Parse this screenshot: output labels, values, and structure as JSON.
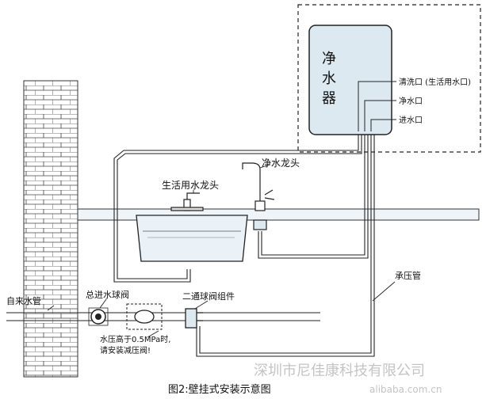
{
  "purifier": {
    "title_chars": [
      "净",
      "水",
      "器"
    ]
  },
  "ports": {
    "flush": "清洗口 (生活用水口)",
    "pure": "净水口",
    "inlet": "进水口"
  },
  "labels": {
    "pure_faucet": "净水龙头",
    "life_faucet": "生活用水龙头",
    "tap_pipe": "自来水管",
    "main_valve": "总进水球阀",
    "tee_valve": "二通球阀组件",
    "pressure_pipe": "承压管",
    "pressure_note_1": "水压高于0.5MPa时,",
    "pressure_note_2": "请安装减压阀!"
  },
  "caption": "图2:壁挂式安装示意图",
  "watermark_cn": "深圳市尼佳康科技有限公司",
  "watermark_en": "alibaba.com.cn"
}
